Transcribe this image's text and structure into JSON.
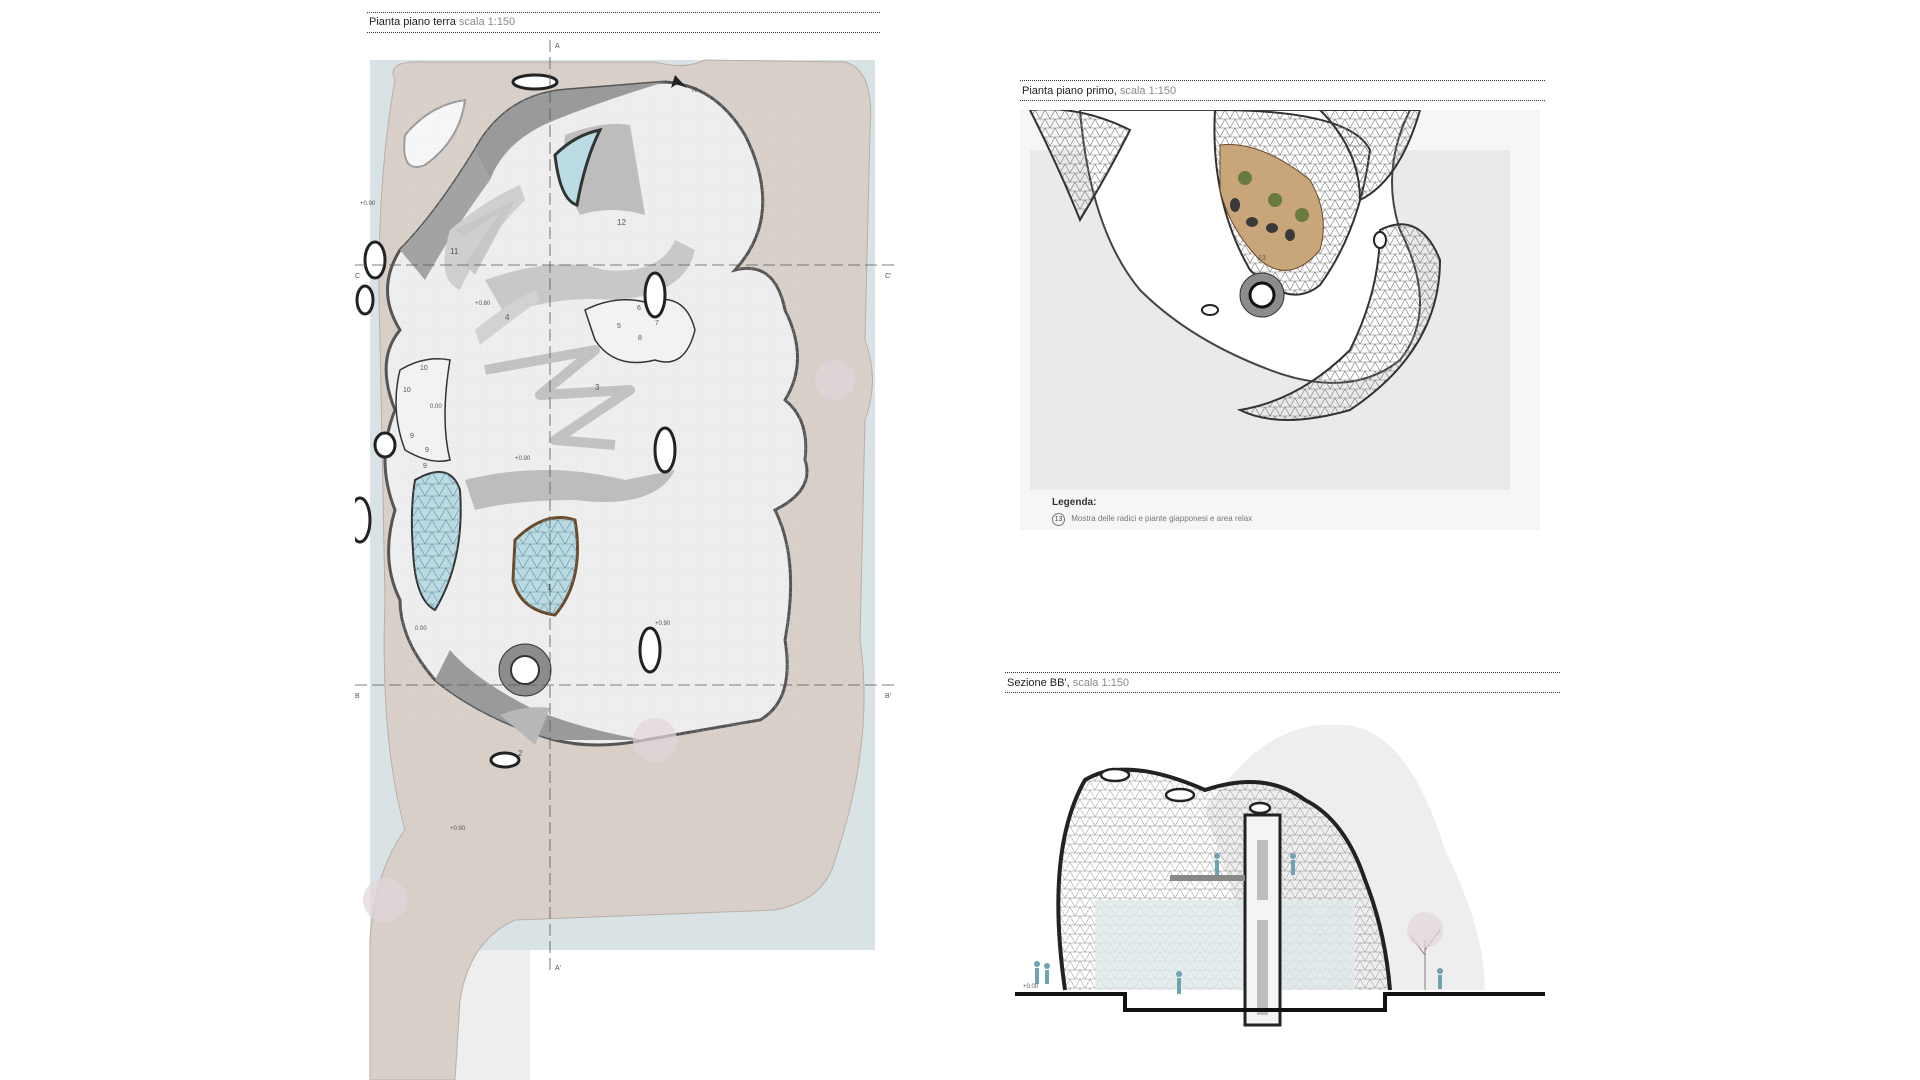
{
  "ground_plan": {
    "title": "Pianta piano terra",
    "scale": "scala 1:150",
    "section_markers": {
      "a": "A",
      "a_end": "A'",
      "b": "B",
      "b_end": "B'",
      "c": "C",
      "c_end": "C'"
    },
    "north": "N",
    "room_numbers": [
      "1",
      "2",
      "3",
      "4",
      "5",
      "6",
      "7",
      "8",
      "9",
      "9",
      "9",
      "10",
      "10",
      "11",
      "12"
    ],
    "levels": [
      "+0.90",
      "+0.80",
      "0.00",
      "+0.90",
      "0.00",
      "+0.90",
      "+0.90"
    ]
  },
  "first_plan": {
    "title": "Pianta piano primo",
    "scale": "scala 1:150",
    "room_number": "13",
    "legend": {
      "title": "Legenda:",
      "items": [
        {
          "num": "13",
          "text": "Mostra delle radici e piante giapponesi e area relax"
        }
      ]
    }
  },
  "section": {
    "title": "Sezione BB'",
    "scale": "scala 1:150",
    "level": "+0.00"
  },
  "colors": {
    "deck": "#d8cfc8",
    "floor": "#eeeeee",
    "wall": "#9a9a9a",
    "water": "#c9d9df",
    "glass": "#b9dbe4",
    "wood": "#c9a679"
  }
}
